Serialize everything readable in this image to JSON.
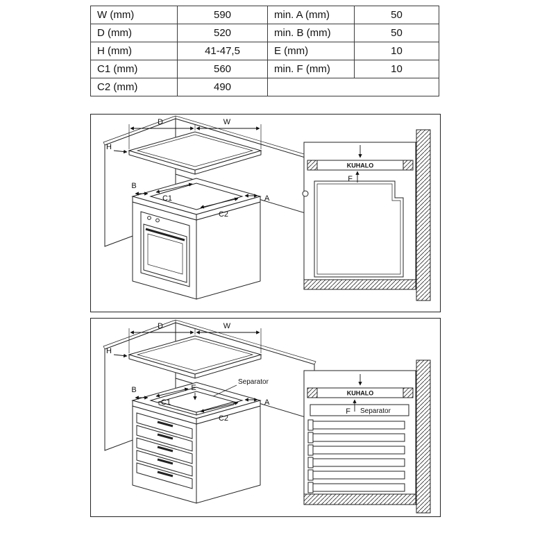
{
  "table": {
    "left_rows": [
      {
        "label": "W (mm)",
        "value": "590"
      },
      {
        "label": "D (mm)",
        "value": "520"
      },
      {
        "label": "H (mm)",
        "value": "41-47,5"
      },
      {
        "label": "C1 (mm)",
        "value": "560"
      },
      {
        "label": "C2 (mm)",
        "value": "490"
      }
    ],
    "right_rows": [
      {
        "label": "min. A (mm)",
        "value": "50"
      },
      {
        "label": "min. B (mm)",
        "value": "50"
      },
      {
        "label": "E (mm)",
        "value": "10"
      },
      {
        "label": "min. F (mm)",
        "value": "10"
      }
    ]
  },
  "labels": {
    "D": "D",
    "W": "W",
    "H": "H",
    "B": "B",
    "C1": "C1",
    "C2": "C2",
    "A": "A",
    "E": "E",
    "F": "F",
    "kuhalo": "KUHALO",
    "separator": "Separator"
  }
}
